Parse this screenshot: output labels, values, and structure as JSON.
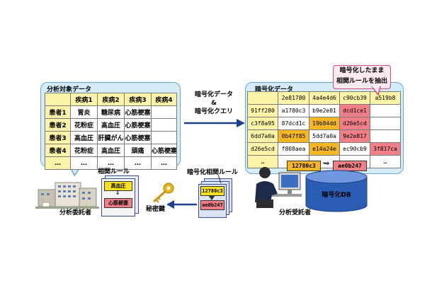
{
  "left_panel": {
    "title": "分析対象データ",
    "headers": [
      "",
      "疾病1",
      "疾病2",
      "疾病3",
      "疾病4"
    ],
    "rows": [
      [
        "患者1",
        "胃炎",
        "糖尿病",
        "心筋梗塞",
        ""
      ],
      [
        "患者2",
        "花粉症",
        "高血圧",
        "心筋梗塞",
        ""
      ],
      [
        "患者3",
        "高血圧",
        "肝臓がん",
        "心筋梗塞",
        ""
      ],
      [
        "患者4",
        "花粉症",
        "高血圧",
        "頭痛",
        "心筋梗塞"
      ],
      [
        "…",
        "…",
        "…",
        "…",
        "…"
      ]
    ]
  },
  "right_panel": {
    "title": "暗号化データ",
    "rows": [
      [
        "",
        "2e81780",
        "4a4e4d6",
        "c90cb39",
        "a519b8"
      ],
      [
        "91ff280",
        "a1780c3",
        "b9e2e81",
        "dcd1ce1",
        ""
      ],
      [
        "c3f8a95",
        "87dcd1c",
        "19b84dd",
        "d26e5cd",
        ""
      ],
      [
        "6dd7a0a",
        "0b47f85",
        "5dd7a0a",
        "9e2e817",
        ""
      ],
      [
        "d26e5cd",
        "f808aea",
        "e14a24e",
        "ec90cb9",
        "3f817ca"
      ],
      [
        "…",
        "…",
        "…",
        "…",
        "…"
      ]
    ],
    "result_left": "12780c3",
    "result_arrow": "⇒",
    "result_right": "ae0b247"
  },
  "callout": {
    "line1": "暗号化したまま",
    "line2": "相関ルールを抽出"
  },
  "middle": {
    "line1": "暗号化データ",
    "line2": "&",
    "line3": "暗号化クエリ"
  },
  "db_label": "暗号化DB",
  "encrypted_rule": {
    "label": "暗号化相関ルール",
    "top": "12780c3",
    "bottom": "ae0b247"
  },
  "rule": {
    "label": "相関ルール",
    "top": "高血圧",
    "arrow": "⇓",
    "bottom": "心筋梗塞"
  },
  "key_label": "秘密鍵",
  "client_label": "分析委託者",
  "analyst_label": "分析受託者",
  "colors": {
    "bubble": "#d3ecf8",
    "header_yellow": "#fbf3a8",
    "highlight_orange": "#f5b623",
    "highlight_pink": "#f07f88",
    "arrow": "#1f3f8f"
  }
}
